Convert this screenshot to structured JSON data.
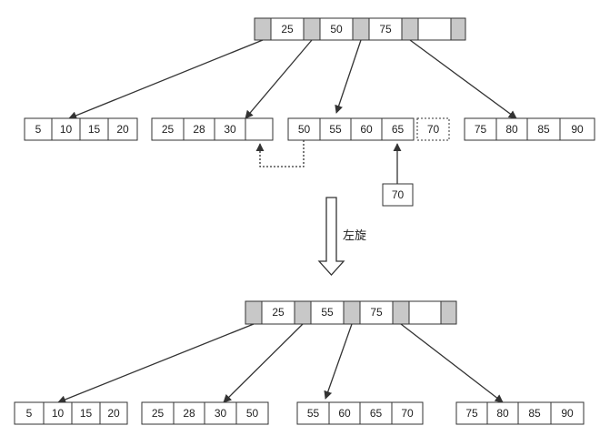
{
  "before": {
    "root_keys": [
      "25",
      "50",
      "75",
      ""
    ],
    "leaves": [
      [
        "5",
        "10",
        "15",
        "20"
      ],
      [
        "25",
        "28",
        "30",
        ""
      ],
      [
        "50",
        "55",
        "60",
        "65"
      ],
      [
        "75",
        "80",
        "85",
        "90"
      ]
    ],
    "overflow_key": "70",
    "insert_key": "70"
  },
  "operation_label": "左旋",
  "after": {
    "root_keys": [
      "25",
      "55",
      "75",
      ""
    ],
    "leaves": [
      [
        "5",
        "10",
        "15",
        "20"
      ],
      [
        "25",
        "28",
        "30",
        "50"
      ],
      [
        "55",
        "60",
        "65",
        "70"
      ],
      [
        "75",
        "80",
        "85",
        "90"
      ]
    ]
  },
  "colors": {
    "pointer_slot": "#c8c8c8",
    "line": "#333333",
    "dotted": "#333333"
  }
}
